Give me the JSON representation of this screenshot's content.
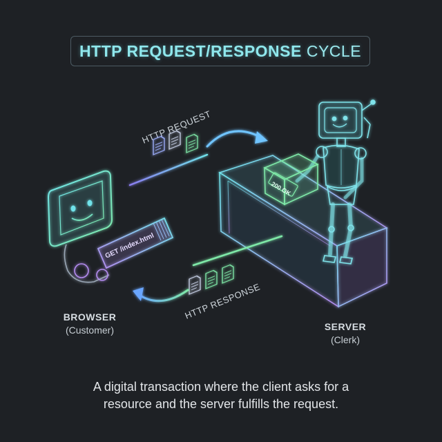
{
  "title": {
    "strong": "HTTP REQUEST/RESPONSE",
    "light": "CYCLE"
  },
  "request": {
    "label": "HTTP REQUEST"
  },
  "response": {
    "label": "HTTP RESPONSE"
  },
  "browser": {
    "name": "BROWSER",
    "role": "(Customer)",
    "ticket_text": "GET /index.html"
  },
  "server": {
    "name": "SERVER",
    "role": "(Clerk)",
    "box_label": "200 OK"
  },
  "caption": {
    "line1": "A digital transaction where the client asks for a",
    "line2": "resource and the server fulfills the request."
  },
  "colors": {
    "background": "#1e2125",
    "cyan": "#6fe3ea",
    "green": "#7fe9a8",
    "purple": "#b48cf0",
    "blue": "#6aa6ff"
  }
}
